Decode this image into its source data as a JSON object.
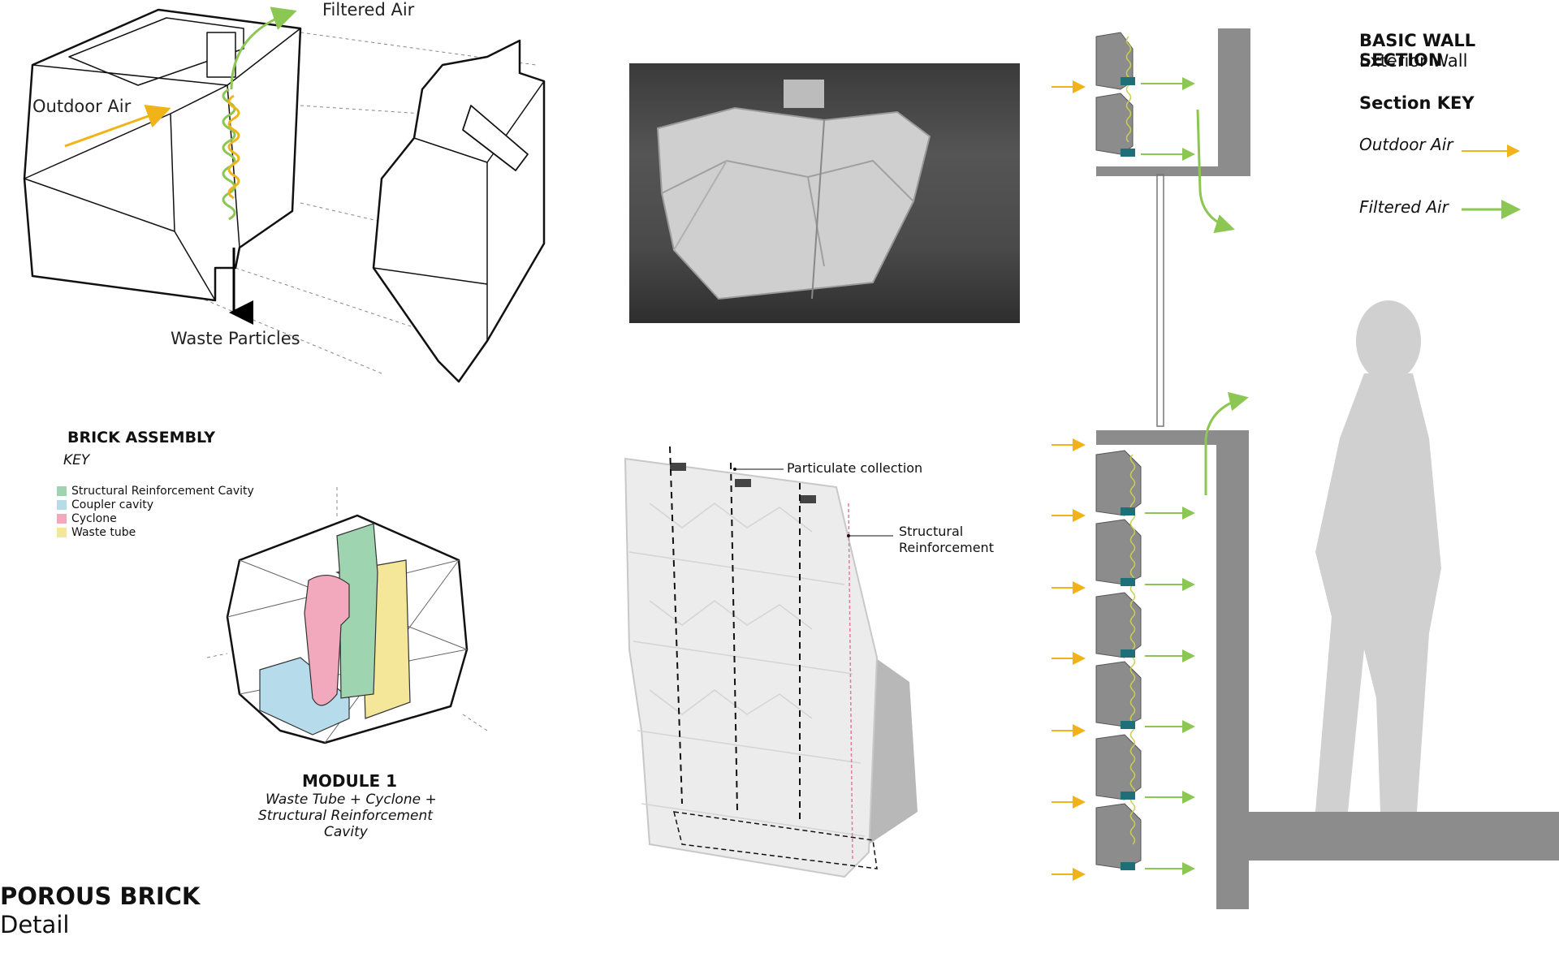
{
  "iso_diagram": {
    "filtered_air": "Filtered Air",
    "outdoor_air": "Outdoor Air",
    "waste_particles": "Waste Particles"
  },
  "assembly_key": {
    "title": "BRICK ASSEMBLY",
    "subtitle": "KEY",
    "items": [
      {
        "label": "Structural Reinforcement Cavity",
        "color": "#9fd4b0"
      },
      {
        "label": "Coupler cavity",
        "color": "#b6dcec"
      },
      {
        "label": "Cyclone",
        "color": "#f2a9bd"
      },
      {
        "label": "Waste tube",
        "color": "#f5e79a"
      }
    ]
  },
  "module": {
    "title": "MODULE 1",
    "desc_1": "Waste Tube + Cyclone +",
    "desc_2": "Structural Reinforcement",
    "desc_3": "Cavity"
  },
  "wall_render": {
    "particulate": "Particulate collection",
    "structural_1": "Structural",
    "structural_2": "Reinforcement"
  },
  "section": {
    "title": "BASIC WALL SECTION",
    "subtitle": "Exterior Wall",
    "key_title": "Section KEY",
    "outdoor_air": "Outdoor Air",
    "filtered_air": "Filtered Air"
  },
  "page": {
    "title": "POROUS BRICK",
    "subtitle": "Detail"
  },
  "colors": {
    "outdoor_arrow": "#f0b418",
    "filtered_arrow": "#8cc653",
    "section_gray": "#8c8c8c",
    "silhouette": "#d0d0d0"
  }
}
